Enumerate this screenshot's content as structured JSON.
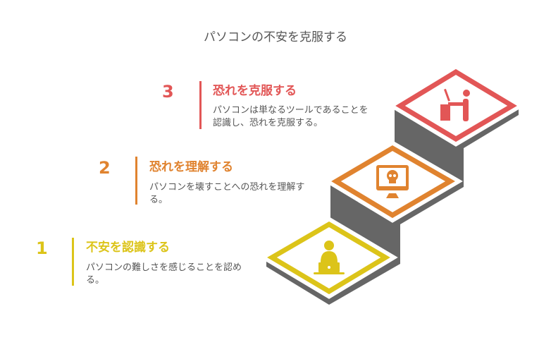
{
  "title": "パソコンの不安を克服する",
  "colors": {
    "step1": "#dcc419",
    "step2": "#e0832f",
    "step3": "#e25656",
    "stairs": "#666666"
  },
  "steps": [
    {
      "number": "1",
      "title": "不安を認識する",
      "description": "パソコンの難しさを感じることを認める。",
      "icon": "person-laptop-icon"
    },
    {
      "number": "2",
      "title": "恐れを理解する",
      "description": "パソコンを壊すことへの恐れを理解する。",
      "icon": "monitor-skull-icon"
    },
    {
      "number": "3",
      "title": "恐れを克服する",
      "description": "パソコンは単なるツールであることを認識し、恐れを克服する。",
      "icon": "person-desk-icon"
    }
  ]
}
